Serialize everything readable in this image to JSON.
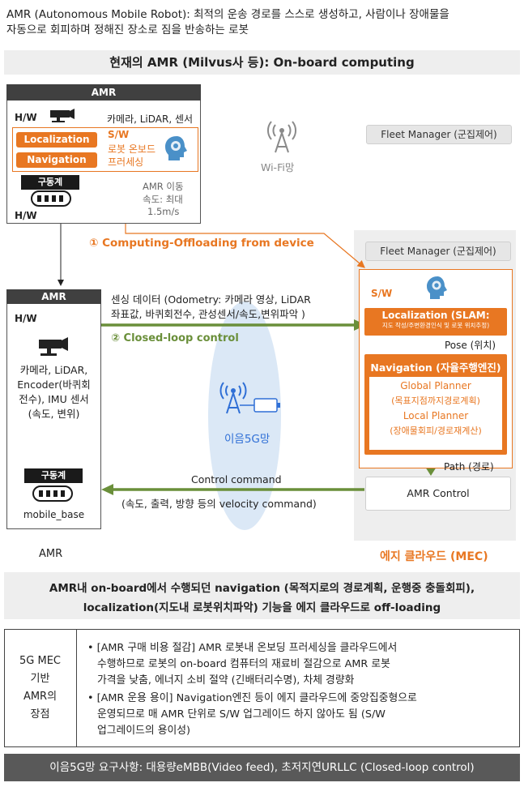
{
  "intro": {
    "line1": "AMR (Autonomous Mobile Robot): 최적의 운송 경로를 스스로 생성하고, 사람이나 장애물을",
    "line2": "자동으로 회피하며 정해진 장소로 짐을 반송하는 로봇"
  },
  "current_band": "현재의 AMR (Milvus사 등): On-board computing",
  "top_amr": {
    "header": "AMR",
    "hw_top": "H/W",
    "sensor_label": "카메라, LiDAR, 센서",
    "localization": "Localization",
    "navigation": "Navigation",
    "sw": "S/W",
    "sw_desc1": "로봇 온보드",
    "sw_desc2": "프러세싱",
    "drive": "구동계",
    "hw_bottom": "H/W",
    "speed1": "AMR 이동",
    "speed2": "속도: 최대",
    "speed3": "1.5m/s"
  },
  "wifi_label": "Wi-Fi망",
  "fleet_top": "Fleet Manager (군집제어)",
  "offload_label": "① Computing-Offloading from device",
  "edge": {
    "fleet": "Fleet Manager (군집제어)",
    "sw": "S/W",
    "loc_title": "Localization (SLAM:",
    "loc_sub": "지도 작성/주변환경인식 및 로봇 위치추정)",
    "pose": "Pose (위치)",
    "nav_title": "Navigation (자율주행엔진)",
    "global1": "Global Planner",
    "global2": "(목표지점까지경로계획)",
    "local1": "Local Planner",
    "local2": "(장애물회피/경로재계산)",
    "path": "Path (경로)",
    "control": "AMR Control",
    "label": "에지 클라우드 (MEC)"
  },
  "bottom_amr": {
    "header": "AMR",
    "hw": "H/W",
    "sensors1": "카메라, LiDAR,",
    "sensors2": "Encoder(바퀴회",
    "sensors3": "전수), IMU 센서",
    "sensors4": "(속도, 변위)",
    "drive": "구동계",
    "base": "mobile_base",
    "label": "AMR"
  },
  "sensing": {
    "line1": "센싱 데이터 (Odometry: 카메라 영상, LiDAR",
    "line2": "좌표값, 바퀴회전수, 관성센서/속도,변위파악 )"
  },
  "closed_loop": "② Closed-loop control",
  "network_label": "이음5G망",
  "control_cmd": {
    "line1": "Control command",
    "line2": "(속도, 출력, 방향 등의 velocity command)"
  },
  "summary": {
    "line1": "AMR내 on-board에서 수행되던 navigation (목적지로의 경로계획, 운행중 충돌회피),",
    "line2": "localization(지도내 로봇위치파악) 기능을 에지 클라우드로 off-loading"
  },
  "benefits": {
    "title1": "5G MEC",
    "title2": "기반",
    "title3": "AMR의",
    "title4": "장점",
    "b1_l1": "• [AMR 구매 비용 절감] AMR 로봇내 온보딩 프러세싱을 클라우드에서",
    "b1_l2": "수행하므로 로봇의 on-board 컴퓨터의 재료비 절감으로 AMR 로봇",
    "b1_l3": "가격을 낮춤, 에너지 소비 절약 (긴배터리수명), 차체 경량화",
    "b2_l1": "• [AMR 운용 용이] Navigation엔진 등이 에지 클라우드에 중앙집중형으로",
    "b2_l2": "운영되므로 매 AMR 단위로 S/W 업그레이드 하지 않아도 됨   (S/W",
    "b2_l3": "업그레이드의 용이성)"
  },
  "footer": "이음5G망 요구사항: 대용량eMBB(Video feed), 초저지연URLLC (Closed-loop control)",
  "colors": {
    "orange": "#e87722",
    "green": "#6a8f3a",
    "dark": "#404040",
    "network_fill": "#dbe8f6",
    "blue": "#2f6fd6"
  },
  "icons": [
    "camera-icon",
    "ai-head-icon",
    "wheels-icon",
    "wifi-tower-icon",
    "5g-tower-icon"
  ]
}
